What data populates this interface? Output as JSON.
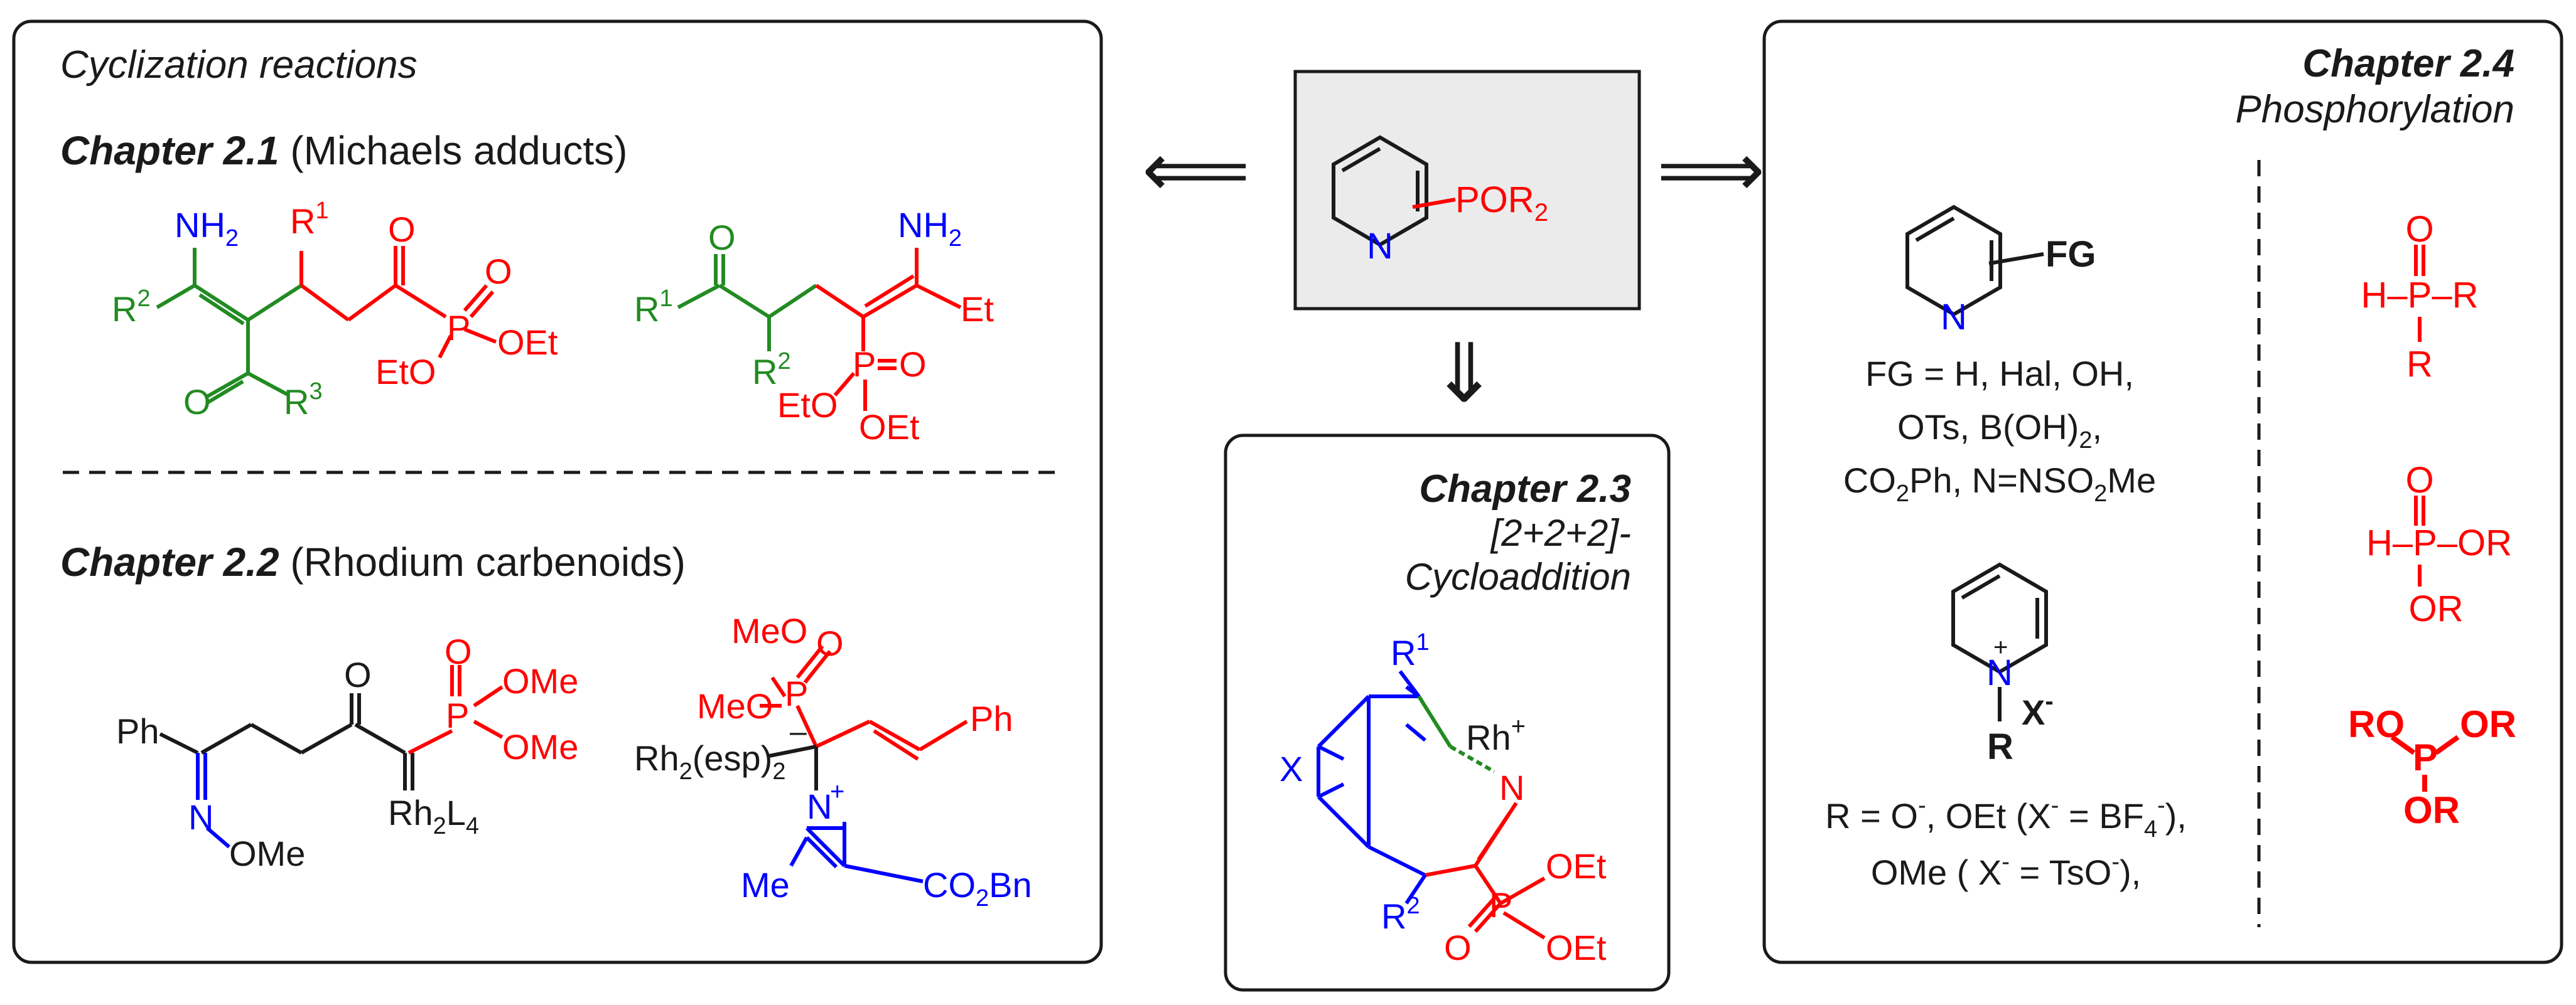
{
  "colors": {
    "black": "#1a1a1a",
    "red": "#ff0000",
    "green": "#228b22",
    "blue": "#0000ff",
    "box_gray": "#ebebeb"
  },
  "center": {
    "formula_label": "POR",
    "formula_sub": "2",
    "pyridine_n": "N",
    "left_arrow": "⟸",
    "right_arrow": "⟹",
    "down_arrow": "⇓"
  },
  "left_panel": {
    "title": "Cyclization reactions",
    "ch21": {
      "bold": "Chapter 2.1",
      "normal": " (Michaels adducts)"
    },
    "ch22": {
      "bold": "Chapter 2.2",
      "normal": " (Rhodium carbenoids)"
    },
    "labels": {
      "nh2": "NH",
      "two": "2",
      "r": "R",
      "one": "1",
      "r2sup": "2",
      "r3sup": "3",
      "o": "O",
      "p": "P",
      "oet": "OEt",
      "eto": "EtO",
      "et": "Et",
      "ph": "Ph",
      "n": "N",
      "ome": "OMe",
      "meo": "MeO",
      "rh2": "Rh",
      "l4": "L",
      "four": "4",
      "esp": "(esp)",
      "minus": "–",
      "plus": "+",
      "me": "Me",
      "co2bn_a": "CO",
      "co2bn_b": "Bn"
    }
  },
  "chapter23": {
    "bold": "Chapter 2.3",
    "line1": "[2+2+2]-",
    "line2": "Cycloaddition",
    "labels": {
      "r": "R",
      "one": "1",
      "two": "2",
      "rh": "Rh",
      "plus": "+",
      "x": "X",
      "n": "N",
      "p": "P",
      "o": "O",
      "oet": "OEt"
    }
  },
  "chapter24": {
    "bold": "Chapter 2.4",
    "subtitle": "Phosphorylation",
    "fg_label": "FG",
    "fg_line1": "FG = H, Hal, OH,",
    "fg_line2a": "OTs, B(OH)",
    "fg_line2b": ",",
    "fg_line3a": "CO",
    "fg_line3b": "Ph, N=NSO",
    "fg_line3c": "Me",
    "sub2": "2",
    "n_plus": "+",
    "x_minus": "X",
    "r_label": "R",
    "r_line1a": "R = O",
    "r_line1b": ", OEt (X",
    "r_line1c": " = BF",
    "r_line1d": "),",
    "r_line2a": "OMe ( X",
    "r_line2b": " = TsO",
    "r_line2c": "),",
    "minus_sup": "-",
    "four": "4",
    "ph_o": "O",
    "ph_hpr": "H–P–R",
    "ph_r": "R",
    "ph_hpor": "H–P–OR",
    "ph_or": "OR",
    "ro": "RO",
    "p": "P",
    "or": "OR"
  }
}
